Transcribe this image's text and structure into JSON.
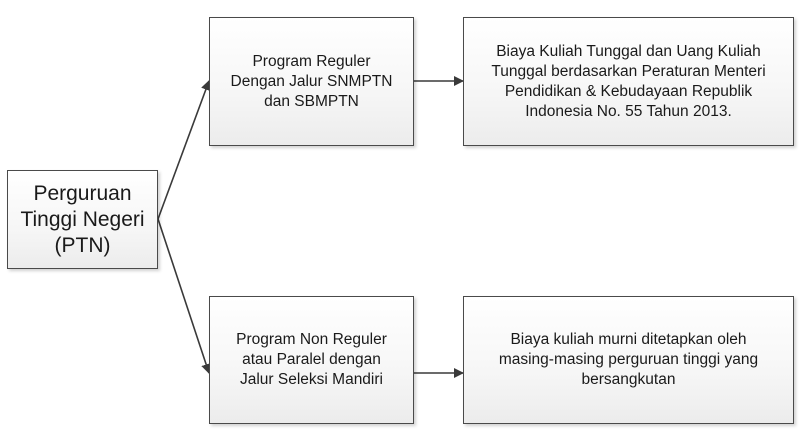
{
  "diagram": {
    "root": {
      "label": "Perguruan\nTinggi Negeri\n(PTN)"
    },
    "branches": [
      {
        "program": "Program Reguler\nDengan Jalur SNMPTN\ndan SBMPTN",
        "fee": "Biaya Kuliah Tunggal dan Uang Kuliah\nTunggal berdasarkan Peraturan Menteri\nPendidikan & Kebudayaan Republik\nIndonesia No. 55 Tahun 2013."
      },
      {
        "program": "Program Non Reguler\natau Paralel dengan\nJalur Seleksi Mandiri",
        "fee": "Biaya kuliah murni ditetapkan oleh\nmasing-masing perguruan tinggi yang\nbersangkutan"
      }
    ],
    "colors": {
      "border": "#4a4a4a",
      "arrow": "#3a3a3a",
      "fill_top": "#ffffff",
      "fill_bottom": "#ececec"
    }
  }
}
